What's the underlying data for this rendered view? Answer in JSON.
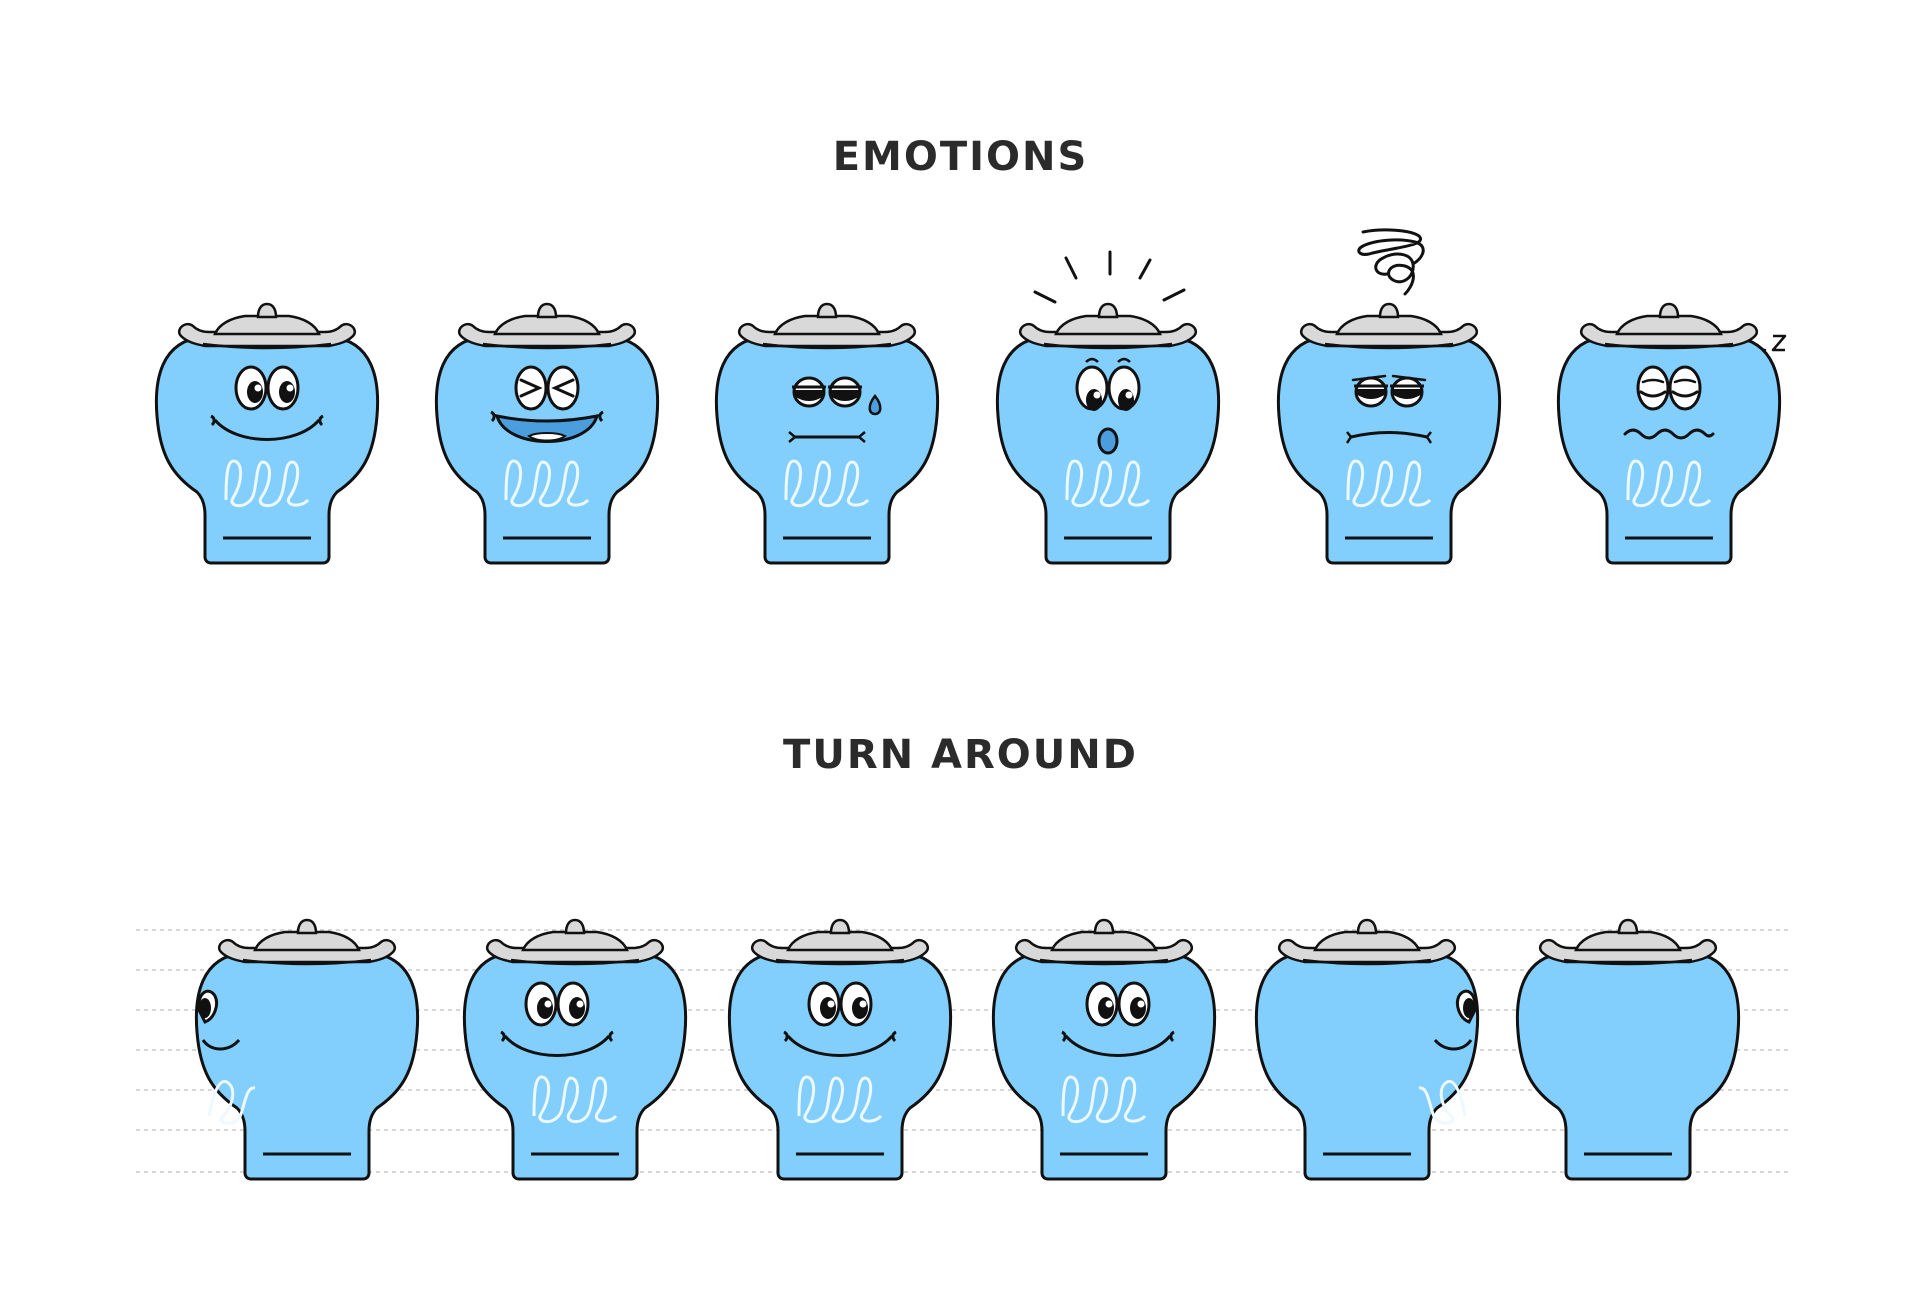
{
  "sections": {
    "emotions_title": "EMOTIONS",
    "turnaround_title": "TURN AROUND"
  },
  "emotions": [
    {
      "name": "happy"
    },
    {
      "name": "laughing"
    },
    {
      "name": "sad-tear"
    },
    {
      "name": "surprised"
    },
    {
      "name": "dizzy"
    },
    {
      "name": "sleeping"
    }
  ],
  "turnaround": [
    {
      "view": "left-side"
    },
    {
      "view": "three-quarter-left"
    },
    {
      "view": "front"
    },
    {
      "view": "three-quarter-right"
    },
    {
      "view": "right-side"
    },
    {
      "view": "back"
    }
  ],
  "colors": {
    "body": "#82cffd",
    "outline": "#111111",
    "lid": "#d9d9d9",
    "mark": "#eef8ff",
    "mouth_inner": "#4a9ede",
    "guide": "#bdbdbd"
  }
}
